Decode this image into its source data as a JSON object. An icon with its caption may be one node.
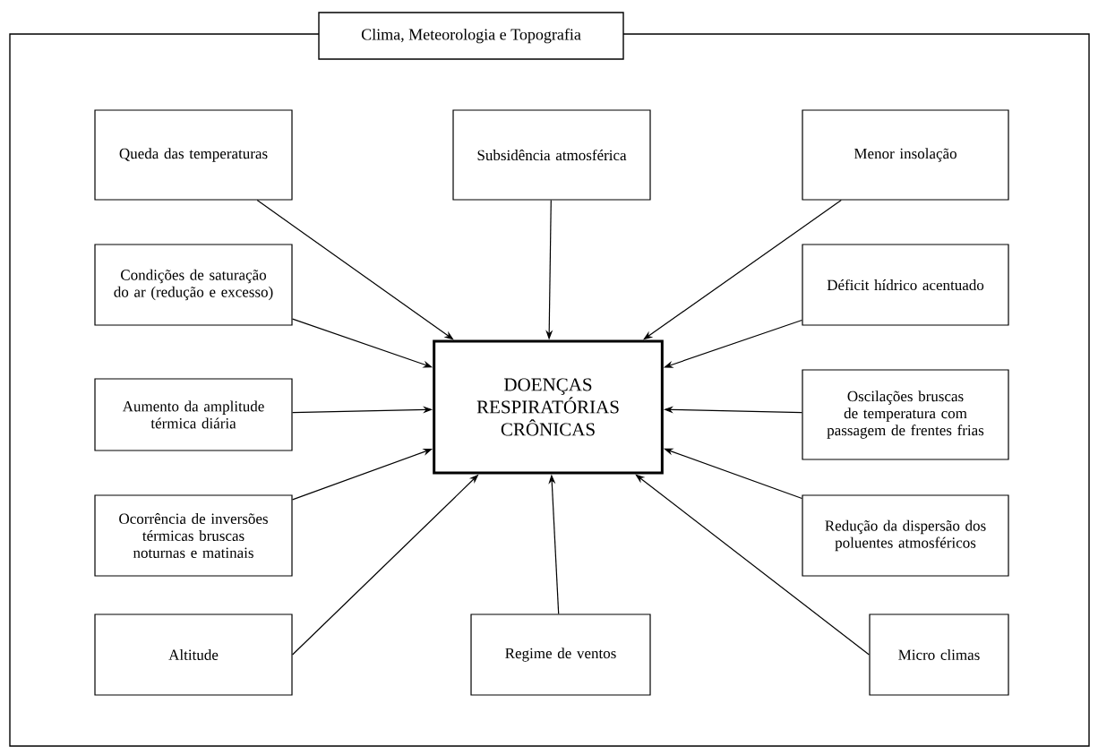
{
  "diagram": {
    "nodes": [
      {
        "text": [
          "Clima, Meteorologia e Topografia"
        ]
      },
      {
        "text": [
          "Queda das temperaturas"
        ],
        "in": 0
      },
      {
        "text": [
          "Subsidência atmosférica"
        ],
        "in": 0
      },
      {
        "text": [
          "Menor insolação"
        ],
        "in": 0
      },
      {
        "text": [
          "Condições de saturação do ar (redução e excesso)"
        ],
        "in": 0
      },
      {
        "text": [
          "Déficit hídrico acentuado"
        ],
        "in": 0
      },
      {
        "text": [
          "Aumento da amplitude térmica diária"
        ],
        "in": 0
      },
      {
        "text": [
          "DOENÇAS RESPIRATÓRIAS CRÔNICAS"
        ],
        "in": 0
      },
      {
        "text": [
          "Oscilações bruscas de temperatura com passagem de frentes frias"
        ],
        "in": 0
      },
      {
        "text": [
          "Ocorrência de inversões térmicas bruscas noturnas e matinais"
        ],
        "in": 0
      },
      {
        "text": [
          "Redução da dispersão dos poluentes atmosféricos"
        ],
        "in": 0
      },
      {
        "text": [
          "Altitude"
        ],
        "in": 0
      },
      {
        "text": [
          "Regime de ventos"
        ],
        "in": 0
      },
      {
        "text": [
          "Micro climas"
        ],
        "in": 0
      }
    ],
    "edges": [
      {
        "from": 1,
        "to": 7,
        "arrow": "to"
      },
      {
        "from": 2,
        "to": 7,
        "arrow": "to"
      },
      {
        "from": 3,
        "to": 7,
        "arrow": "to"
      },
      {
        "from": 4,
        "to": 7,
        "arrow": "to"
      },
      {
        "from": 5,
        "to": 7,
        "arrow": "to"
      },
      {
        "from": 6,
        "to": 7,
        "arrow": "to"
      },
      {
        "from": 8,
        "to": 7,
        "arrow": "to"
      },
      {
        "from": 9,
        "to": 7,
        "arrow": "to"
      },
      {
        "from": 10,
        "to": 7,
        "arrow": "to"
      },
      {
        "from": 11,
        "to": 7,
        "arrow": "to"
      },
      {
        "from": 12,
        "to": 7,
        "arrow": "to"
      },
      {
        "from": 13,
        "to": 7,
        "arrow": "to"
      }
    ]
  }
}
